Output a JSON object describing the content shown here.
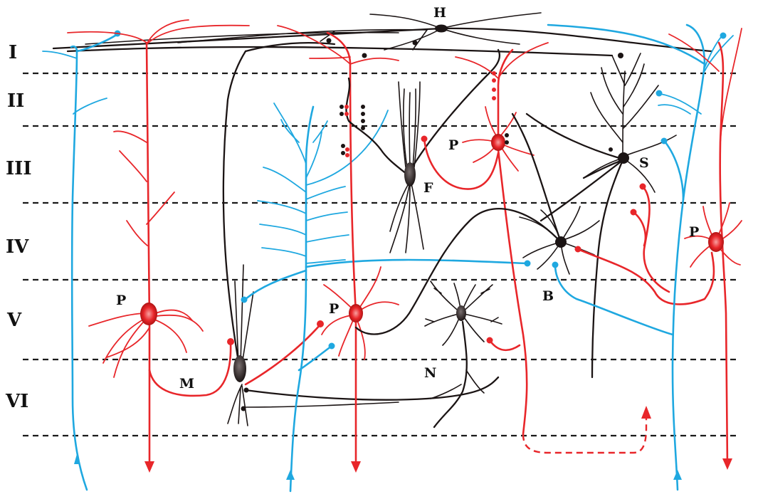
{
  "layers": [
    "I",
    "II",
    "III",
    "IV",
    "V",
    "VI"
  ],
  "cell_labels": {
    "H": "H",
    "F": "F",
    "P_layer3": "P",
    "S": "S",
    "P_layer4": "P",
    "B": "B",
    "P_layer5_left": "P",
    "P_layer5_mid": "P",
    "M": "M",
    "N": "N"
  },
  "colors": {
    "efferent_red": "#e8262a",
    "afferent_blue": "#1fa8e0",
    "interneuron_black": "#1b1414",
    "boundary": "#1a1a1a"
  }
}
